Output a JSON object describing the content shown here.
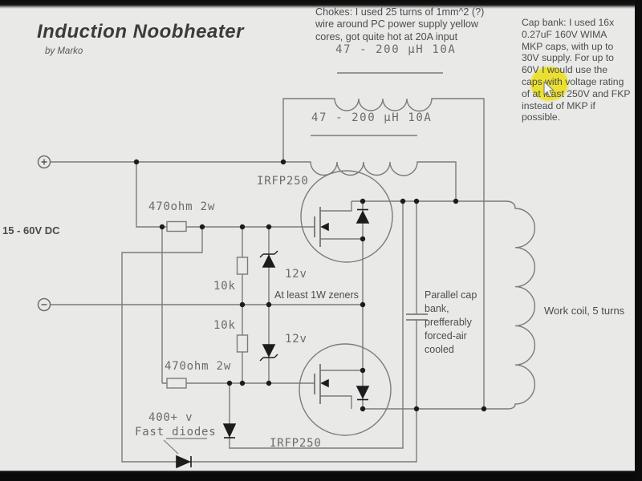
{
  "header": {
    "title": "Induction Noobheater",
    "byline": "by Marko"
  },
  "notes": {
    "chokes_lines": [
      "Chokes: I used 25 turns of 1mm^2 (?)",
      "wire around PC power supply yellow",
      "cores, got quite hot at 20A input"
    ],
    "cap_lines": [
      "Cap bank: I used 16x",
      "0.27uF 160V WIMA",
      "MKP caps, with up to",
      "30V supply. For up to",
      "60V I would use the",
      "caps with voltage rating",
      "of at least 250V and FKP",
      "instead of MKP if",
      "possible."
    ]
  },
  "schematic": {
    "choke_label_top": "47 - 200 µH 10A",
    "choke_label_mid": "47 - 200 µH 10A",
    "supply_label": "15 - 60V DC",
    "mosfet_top": "IRFP250",
    "mosfet_bottom": "IRFP250",
    "r470_top": "470ohm 2w",
    "r470_bottom": "470ohm 2w",
    "r10k_top": "10k",
    "r10k_bottom": "10k",
    "zener_top": "12v",
    "zener_bottom": "12v",
    "zener_note": "At least 1W zeners",
    "fast_diode_line1": "400+ v",
    "fast_diode_line2": "Fast diodes",
    "work_coil": "Work coil, 5 turns",
    "cap_note_lines": [
      "Parallel cap",
      "bank,",
      "prefferably",
      "forced-air",
      "cooled"
    ]
  },
  "colors": {
    "background": "#e9eae8",
    "letterbox": "#0c0c0c",
    "wire": "#7b7b7b",
    "symbol": "#1c1c1c",
    "annotation_text": "#4c4c4c",
    "mono_text": "#6a6a6a",
    "highlight": "#ebe032"
  }
}
